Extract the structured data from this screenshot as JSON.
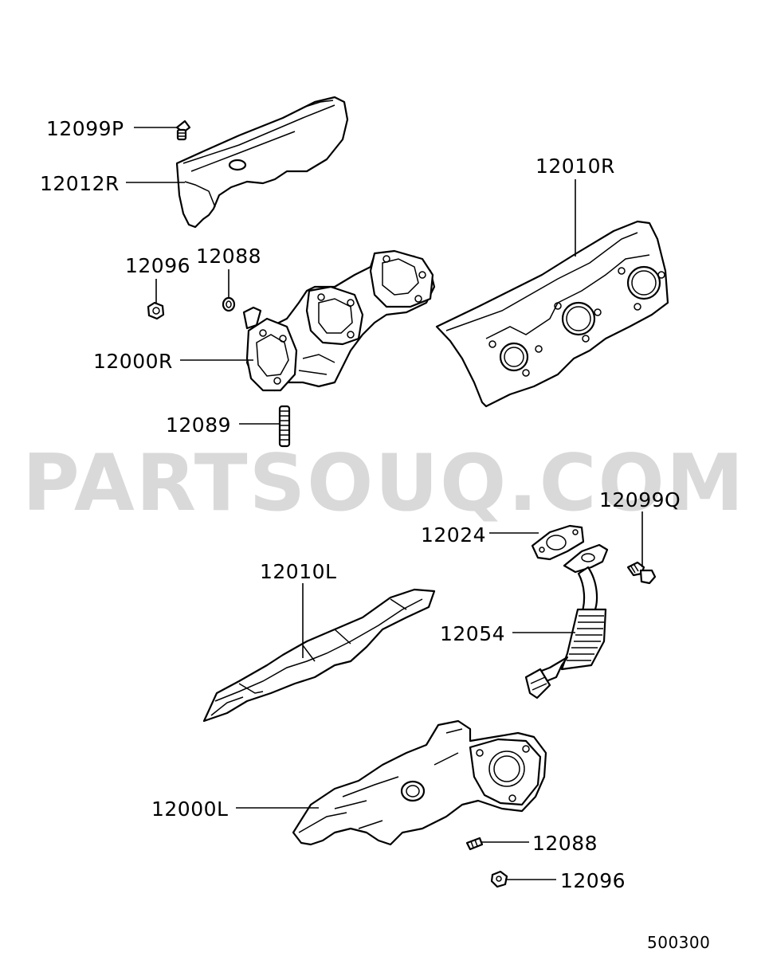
{
  "watermark": "PARTSOUQ.COM",
  "labels": {
    "l12099P": "12099P",
    "l12012R": "12012R",
    "l12010R": "12010R",
    "l12096a": "12096",
    "l12088a": "12088",
    "l12000R": "12000R",
    "l12089": "12089",
    "l12099Q": "12099Q",
    "l12024": "12024",
    "l12010L": "12010L",
    "l12054": "12054",
    "l12000L": "12000L",
    "l12088b": "12088",
    "l12096b": "12096"
  },
  "diagram_id": "500300"
}
